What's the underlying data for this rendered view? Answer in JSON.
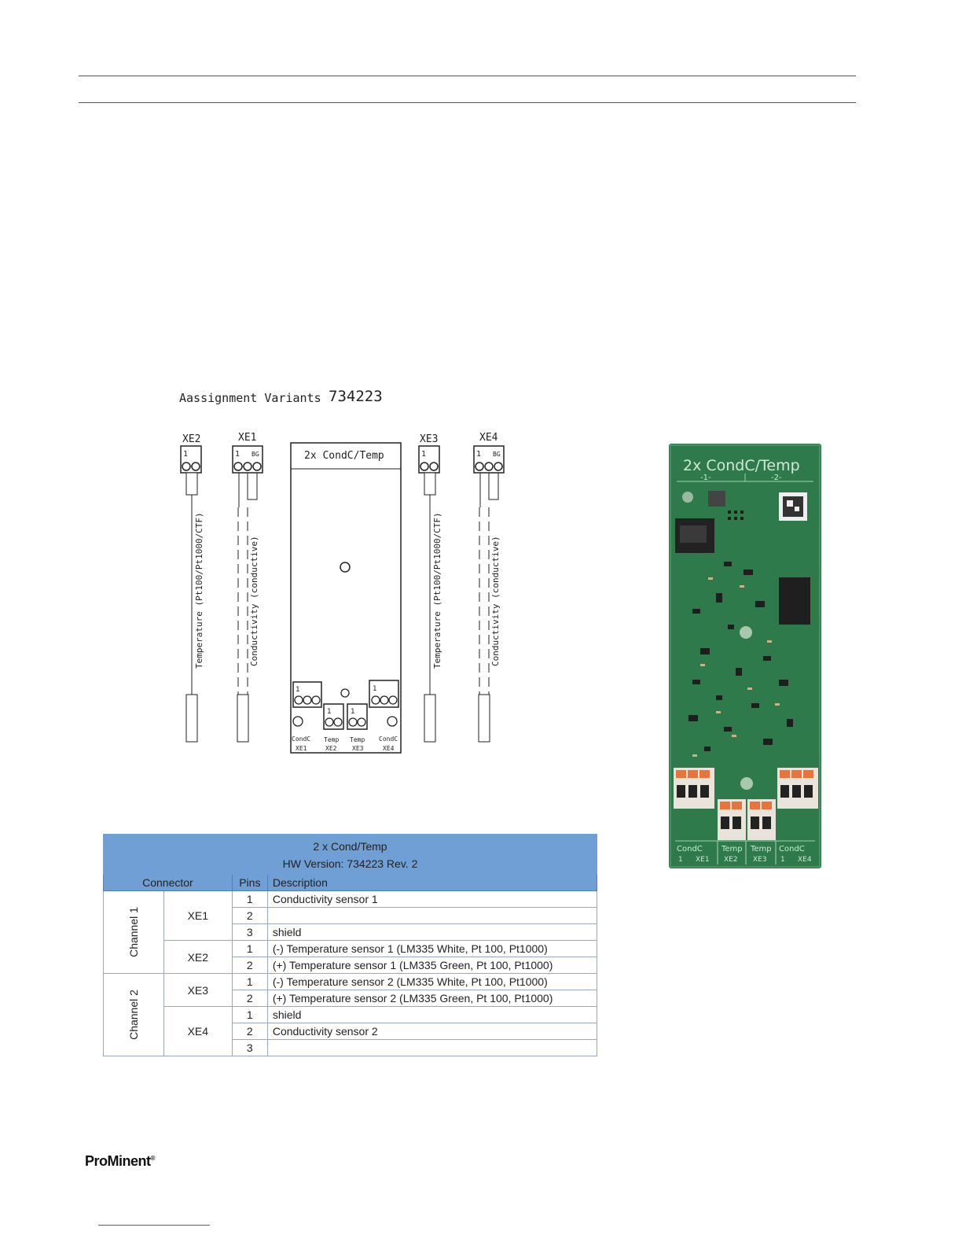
{
  "diagram": {
    "caption": "Aassignment Variants",
    "part_number": "734223",
    "module_label": "2x CondC/Temp",
    "connectors": [
      {
        "id": "XE2",
        "pin1": "1",
        "cable": "Temperature (Pt100/Pt1000/CTF)"
      },
      {
        "id": "XE1",
        "pin1": "1",
        "mark": "BG",
        "cable": "Conductivity (conductive)"
      },
      {
        "id": "XE3",
        "pin1": "1",
        "cable": "Temperature (Pt100/Pt1000/CTF)"
      },
      {
        "id": "XE4",
        "pin1": "1",
        "mark": "BG",
        "cable": "Conductivity (conductive)"
      }
    ],
    "board_terminals": [
      {
        "type": "CondC",
        "id": "XE1",
        "pin1": "1"
      },
      {
        "type": "Temp",
        "id": "XE2",
        "pin1": "1"
      },
      {
        "type": "Temp",
        "id": "XE3",
        "pin1": "1"
      },
      {
        "type": "CondC",
        "id": "XE4",
        "pin1": "1"
      }
    ]
  },
  "photo": {
    "board_title": "2x CondC/Temp",
    "channel_markers": [
      "-1-",
      "-2-"
    ],
    "terminal_labels": [
      {
        "type": "CondC",
        "num": "1",
        "id": "XE1"
      },
      {
        "type": "Temp",
        "num": "",
        "id": "XE2"
      },
      {
        "type": "Temp",
        "num": "",
        "id": "XE3"
      },
      {
        "type": "CondC",
        "num": "1",
        "id": "XE4"
      }
    ],
    "colors": {
      "pcb": "#2f7a4a",
      "terminal": "#e9e3dc",
      "lever": "#e8743b"
    }
  },
  "table": {
    "title": "2 x Cond/Temp",
    "subtitle": "HW Version: 734223 Rev. 2",
    "headers": {
      "connector": "Connector",
      "pins": "Pins",
      "description": "Description"
    },
    "channels": [
      {
        "name": "Channel 1",
        "connectors": [
          {
            "id": "XE1",
            "pins": [
              {
                "pin": "1",
                "desc": "Conductivity sensor 1"
              },
              {
                "pin": "2",
                "desc": ""
              },
              {
                "pin": "3",
                "desc": "shield"
              }
            ]
          },
          {
            "id": "XE2",
            "pins": [
              {
                "pin": "1",
                "desc": "(-) Temperature sensor 1 (LM335 White, Pt 100, Pt1000)"
              },
              {
                "pin": "2",
                "desc": "(+)  Temperature sensor 1 (LM335 Green, Pt 100, Pt1000)"
              }
            ]
          }
        ]
      },
      {
        "name": "Channel 2",
        "connectors": [
          {
            "id": "XE3",
            "pins": [
              {
                "pin": "1",
                "desc": "(-) Temperature sensor 2 (LM335 White, Pt 100, Pt1000)"
              },
              {
                "pin": "2",
                "desc": "(+)  Temperature sensor 2 (LM335 Green, Pt 100, Pt1000)"
              }
            ]
          },
          {
            "id": "XE4",
            "pins": [
              {
                "pin": "1",
                "desc": "shield"
              },
              {
                "pin": "2",
                "desc": "Conductivity sensor 2"
              },
              {
                "pin": "3",
                "desc": ""
              }
            ]
          }
        ]
      }
    ]
  },
  "footer": {
    "logo": "ProMinent"
  }
}
